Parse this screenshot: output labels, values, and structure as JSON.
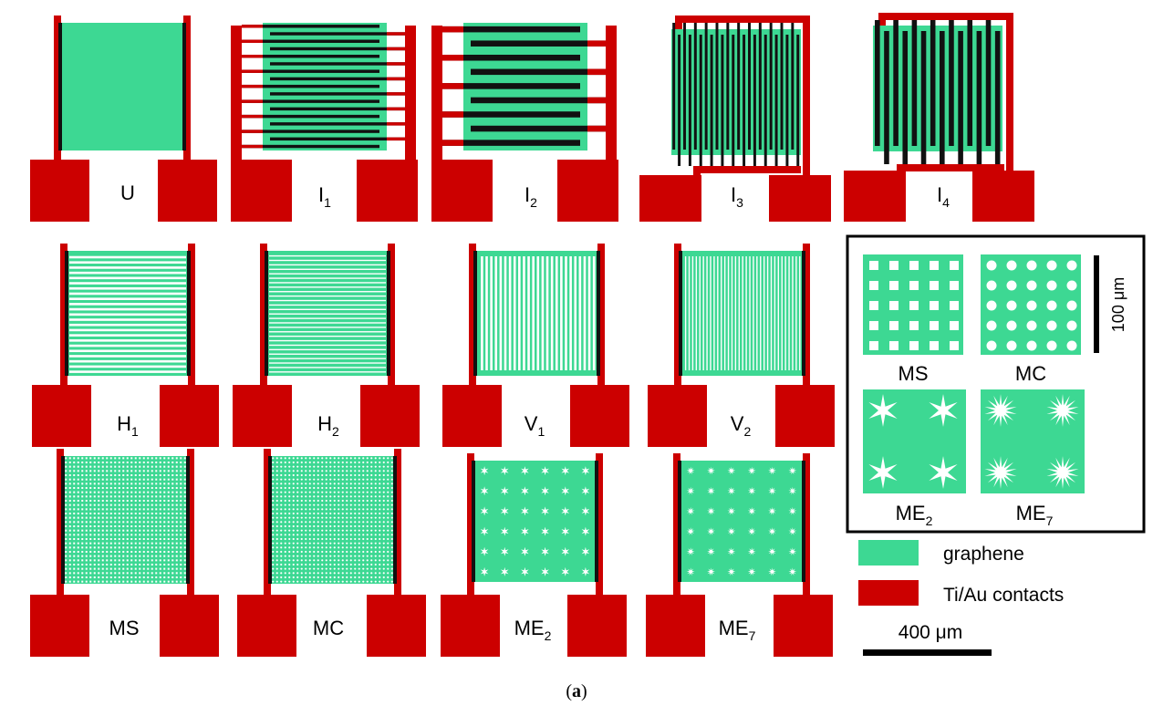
{
  "colors": {
    "graphene": "#3dd893",
    "contacts": "#cc0000",
    "edge": "#111111"
  },
  "devices": [
    {
      "id": "U",
      "label": "U",
      "sub": "",
      "pattern": "solid"
    },
    {
      "id": "I1",
      "label": "I",
      "sub": "1",
      "pattern": "interdigitated-dense"
    },
    {
      "id": "I2",
      "label": "I",
      "sub": "2",
      "pattern": "interdigitated-sparse"
    },
    {
      "id": "I3",
      "label": "I",
      "sub": "3",
      "pattern": "interdigitated-vertical"
    },
    {
      "id": "I4",
      "label": "I",
      "sub": "4",
      "pattern": "interdigitated-vertical-wide"
    },
    {
      "id": "H1",
      "label": "H",
      "sub": "1",
      "pattern": "horizontal-stripes"
    },
    {
      "id": "H2",
      "label": "H",
      "sub": "2",
      "pattern": "horizontal-stripes-fine"
    },
    {
      "id": "V1",
      "label": "V",
      "sub": "1",
      "pattern": "vertical-stripes"
    },
    {
      "id": "V2",
      "label": "V",
      "sub": "2",
      "pattern": "vertical-stripes-fine"
    },
    {
      "id": "MS",
      "label": "MS",
      "sub": "",
      "pattern": "square-mesh"
    },
    {
      "id": "MC",
      "label": "MC",
      "sub": "",
      "pattern": "circle-mesh"
    },
    {
      "id": "ME2",
      "label": "ME",
      "sub": "2",
      "pattern": "star-mesh"
    },
    {
      "id": "ME7",
      "label": "ME",
      "sub": "7",
      "pattern": "star-mesh-fine"
    }
  ],
  "inset": {
    "items": [
      {
        "label": "MS",
        "sub": ""
      },
      {
        "label": "MC",
        "sub": ""
      },
      {
        "label": "ME",
        "sub": "2"
      },
      {
        "label": "ME",
        "sub": "7"
      }
    ],
    "scale_label": "100 μm"
  },
  "legend": [
    {
      "label": "graphene",
      "color_key": "graphene"
    },
    {
      "label": "Ti/Au contacts",
      "color_key": "contacts"
    }
  ],
  "scale_bar_label": "400 μm",
  "caption": {
    "open": "(",
    "letter": "a",
    "close": ")"
  }
}
